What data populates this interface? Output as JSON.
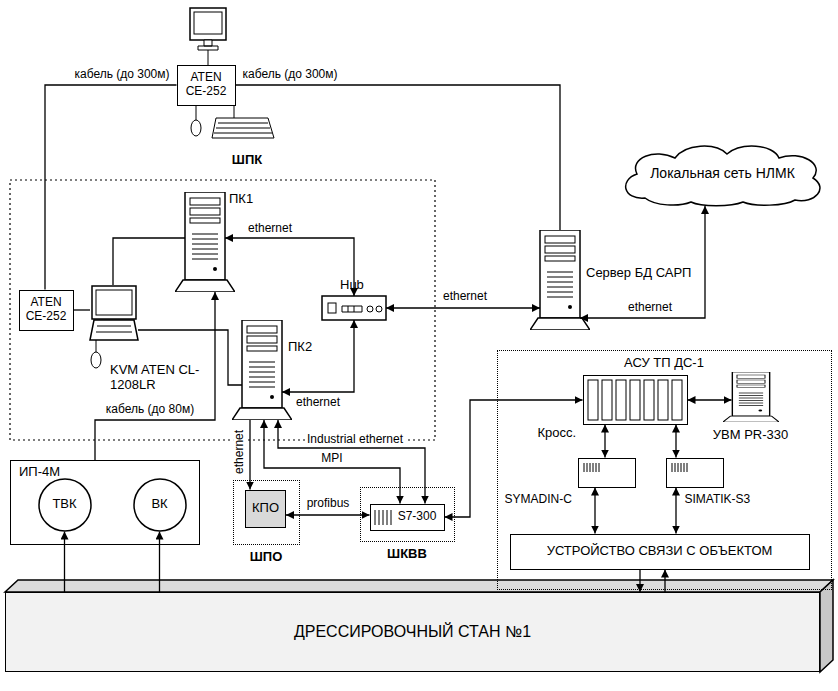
{
  "diagram": {
    "nodes": [
      {
        "text": [
          "ATEN CE-252"
        ]
      },
      {
        "text": [
          "Локальная сеть НЛМК"
        ]
      },
      {
        "text": [
          "ПК1"
        ]
      },
      {
        "text": [
          "Hub"
        ]
      },
      {
        "text": [
          "ATEN CE-252"
        ]
      },
      {
        "text": [
          "KVM ATEN CL-1208LR"
        ]
      },
      {
        "text": [
          "Сервер БД САРП"
        ]
      },
      {
        "text": [
          "ПК2"
        ]
      },
      {
        "text": [
          "АСУ ТП ДС-1"
        ]
      },
      {
        "text": [
          "Кросс."
        ],
        "in": 8
      },
      {
        "text": [
          "УВМ PR-330"
        ],
        "in": 8
      },
      {
        "text": [
          "SYMADIN-C"
        ],
        "in": 8
      },
      {
        "text": [
          "SIMATIK-S3"
        ],
        "in": 8
      },
      {
        "text": [
          "УСТРОЙСТВО СВЯЗИ С ОБЪЕКТОМ"
        ],
        "in": 8
      },
      {
        "text": [
          "ИП-4М"
        ]
      },
      {
        "text": [
          "ТВК"
        ],
        "in": 14
      },
      {
        "text": [
          "ВК"
        ],
        "in": 14
      },
      {
        "text": [
          "ШПО"
        ]
      },
      {
        "text": [
          "КПО"
        ],
        "in": 17
      },
      {
        "text": [
          "ШКВВ"
        ]
      },
      {
        "text": [
          "S7-300"
        ],
        "in": 19
      },
      {
        "text": [
          "ДРЕССИРОВОЧНЫЙ СТАН №1"
        ]
      }
    ],
    "edges": [
      {
        "from": 0,
        "to": 4,
        "label": "кабель (до 300м)",
        "arrow": "none"
      },
      {
        "from": 0,
        "to": 6,
        "label": "кабель (до 300м)",
        "arrow": "none"
      },
      {
        "from": 2,
        "to": 3,
        "label": "ethernet",
        "arrow": "both"
      },
      {
        "from": 3,
        "to": 6,
        "label": "ethernet",
        "arrow": "both"
      },
      {
        "from": 6,
        "to": 1,
        "label": "ethernet",
        "arrow": "both"
      },
      {
        "from": 7,
        "to": 3,
        "label": "ethernet",
        "arrow": "both"
      },
      {
        "from": 4,
        "to": 5,
        "arrow": "none"
      },
      {
        "from": 5,
        "to": 2,
        "arrow": "none"
      },
      {
        "from": 5,
        "to": 7,
        "arrow": "none"
      },
      {
        "from": 14,
        "to": 2,
        "label": "кабель (до 80м)",
        "arrow": "to"
      },
      {
        "from": 7,
        "to": 18,
        "label": "ethernet",
        "arrow": "to"
      },
      {
        "from": 7,
        "to": 20,
        "label": "Industrial ethernet",
        "arrow": "both"
      },
      {
        "from": 7,
        "to": 20,
        "label": "MPI",
        "arrow": "both"
      },
      {
        "from": 18,
        "to": 20,
        "label": "profibus",
        "arrow": "both"
      },
      {
        "from": 20,
        "to": 9,
        "arrow": "both"
      },
      {
        "from": 9,
        "to": 10,
        "arrow": "both"
      },
      {
        "from": 9,
        "to": 11,
        "arrow": "both"
      },
      {
        "from": 9,
        "to": 12,
        "arrow": "both"
      },
      {
        "from": 11,
        "to": 13,
        "arrow": "both"
      },
      {
        "from": 12,
        "to": 13,
        "arrow": "both"
      },
      {
        "from": 13,
        "to": 21,
        "arrow": "to"
      },
      {
        "from": 21,
        "to": 13,
        "arrow": "to"
      },
      {
        "from": 21,
        "to": 15,
        "arrow": "to"
      },
      {
        "from": 21,
        "to": 16,
        "arrow": "to"
      }
    ],
    "labels": [
      "ШПК"
    ]
  }
}
